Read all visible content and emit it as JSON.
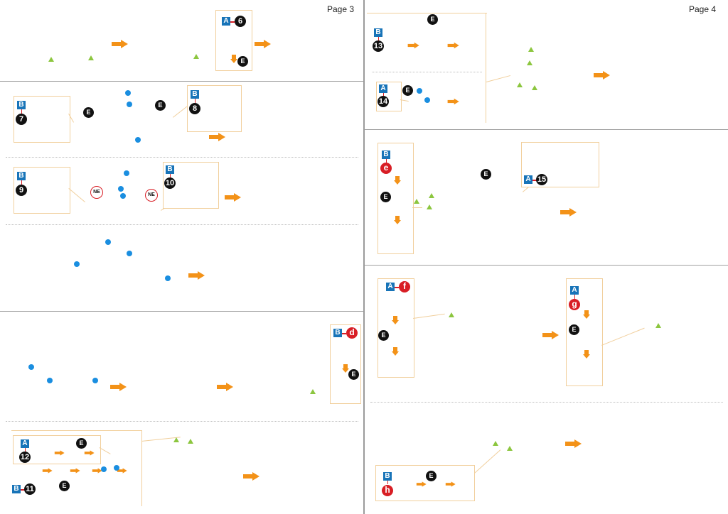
{
  "document": {
    "type": "3D metal model assembly instructions",
    "accent_colors": {
      "arrow": "#f39218",
      "sheet_label": "#1874b8",
      "step_number": "#111111",
      "sub_part": "#d81e25",
      "glue_point": "#1a8ee0",
      "alignment_marker": "#8cc63f",
      "callout_border": "#f1cf9c"
    }
  },
  "pages": [
    {
      "label": "Page 3",
      "sections": [
        {
          "name": "base-walls",
          "callouts": [
            {
              "sheet": "A",
              "step": "6",
              "tool": "E"
            }
          ]
        },
        {
          "name": "roof-half-1",
          "callouts": [
            {
              "sheet": "B",
              "step": "7"
            },
            {
              "sheet": "B",
              "step": "8"
            }
          ],
          "tool_badges": [
            "E",
            "E"
          ]
        },
        {
          "name": "roof-half-2",
          "callouts": [
            {
              "sheet": "B",
              "step": "9"
            },
            {
              "sheet": "B",
              "step": "10"
            }
          ],
          "markers": [
            "NE",
            "NE"
          ]
        },
        {
          "name": "roof-join"
        },
        {
          "name": "roof-on-base",
          "callouts": [
            {
              "sheet": "B",
              "sub_part": "d",
              "tool": "E"
            }
          ]
        },
        {
          "name": "dormer",
          "callouts": [
            {
              "sheet": "A",
              "step": "12",
              "tool": "E"
            },
            {
              "sheet": "B",
              "step": "11",
              "tool": "E"
            }
          ]
        }
      ]
    },
    {
      "label": "Page 4",
      "sections": [
        {
          "name": "gable-entrance",
          "callouts": [
            {
              "sheet": "B",
              "step": "13",
              "tool": "E"
            },
            {
              "sheet": "A",
              "step": "14",
              "tool": "E"
            }
          ]
        },
        {
          "name": "wall-panel-bay",
          "callouts": [
            {
              "sheet": "B",
              "sub_part": "e",
              "tool": "E"
            },
            {
              "sheet": "A",
              "step": "15"
            }
          ],
          "tool_badges": [
            "E"
          ]
        },
        {
          "name": "wall-panel-windows",
          "callouts": [
            {
              "sheet": "A",
              "sub_part": "f",
              "tool": "E"
            },
            {
              "sheet": "A",
              "sub_part": "g",
              "tool": "E"
            }
          ]
        },
        {
          "name": "wall-panel-small-window",
          "callouts": [
            {
              "sheet": "B",
              "sub_part": "h",
              "tool": "E"
            }
          ]
        }
      ]
    }
  ],
  "labels": {
    "p3_s1_sheet": "A",
    "p3_s1_step": "6",
    "p3_s1_tool": "E",
    "p3_s2_sheet7": "B",
    "p3_s2_step7": "7",
    "p3_s2_tool_a": "E",
    "p3_s2_tool_b": "E",
    "p3_s2_sheet8": "B",
    "p3_s2_step8": "8",
    "p3_s3_sheet9": "B",
    "p3_s3_step9": "9",
    "p3_s3_ne_a": "NE",
    "p3_s3_ne_b": "NE",
    "p3_s3_sheet10": "B",
    "p3_s3_step10": "10",
    "p3_s5_sheet": "B",
    "p3_s5_sub": "d",
    "p3_s5_tool": "E",
    "p3_s6_sheet12": "A",
    "p3_s6_step12": "12",
    "p3_s6_tool12": "E",
    "p3_s6_sheet11": "B",
    "p3_s6_step11": "11",
    "p3_s6_tool11": "E",
    "p4_s1_sheet13": "B",
    "p4_s1_step13": "13",
    "p4_s1_tool13": "E",
    "p4_s1_sheet14": "A",
    "p4_s1_step14": "14",
    "p4_s1_tool14": "E",
    "p4_s2_sheet": "B",
    "p4_s2_sub": "e",
    "p4_s2_tool_a": "E",
    "p4_s2_tool_b": "E",
    "p4_s2_sheet15": "A",
    "p4_s2_step15": "15",
    "p4_s3_sheet_f": "A",
    "p4_s3_sub_f": "f",
    "p4_s3_tool_f": "E",
    "p4_s3_sheet_g": "A",
    "p4_s3_sub_g": "g",
    "p4_s3_tool_g": "E",
    "p4_s4_sheet": "B",
    "p4_s4_sub": "h",
    "p4_s4_tool": "E"
  }
}
